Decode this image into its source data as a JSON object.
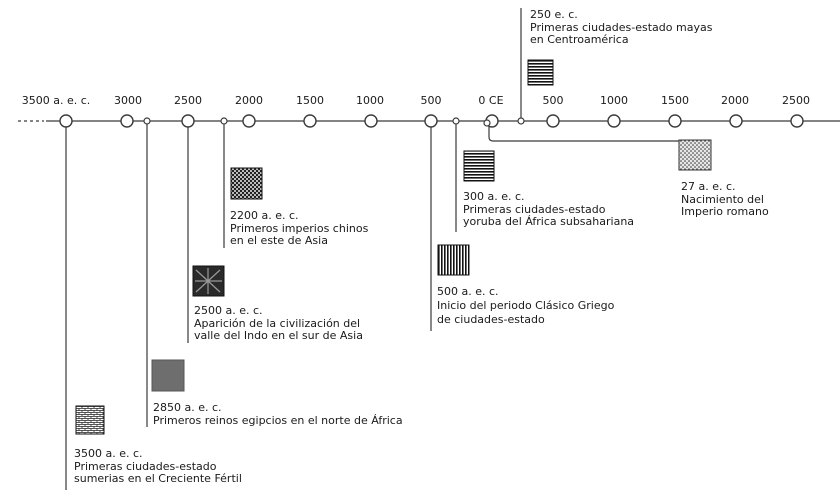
{
  "ticks": [
    "3500 a. e. c.",
    "3000",
    "2500",
    "2000",
    "1500",
    "1000",
    "500",
    "0 CE",
    "500",
    "1000",
    "1500",
    "2000",
    "2500"
  ],
  "colors": {
    "line": "#3a3a3a",
    "text": "#1a1a1a"
  },
  "events": [
    {
      "year": "250 e. c.",
      "line1": "Primeras ciudades-estado mayas",
      "line2": "en Centroamérica",
      "icon": "horizontal-stripes-icon"
    },
    {
      "year": "300 a. e. c.",
      "line1": "Primeras ciudades-estado",
      "line2": "yoruba del África subsahariana",
      "icon": "horizontal-stripes-icon"
    },
    {
      "year": "27 a. e. c.",
      "line1": "Nacimiento del",
      "line2": "Imperio romano",
      "icon": "dotted-pattern-icon"
    },
    {
      "year": "2200 a. e. c.",
      "line1": "Primeros imperios chinos",
      "line2": "en el este de Asia",
      "icon": "checkered-pattern-icon"
    },
    {
      "year": "500 a. e. c.",
      "line1": "Inicio del periodo Clásico Griego",
      "line2": "de ciudades-estado",
      "icon": "vertical-stripes-icon"
    },
    {
      "year": "2500 a. e. c.",
      "line1": "Aparición de la civilización del",
      "line2": "valle del Indo en el sur de Asia",
      "icon": "crosshatch-pattern-icon"
    },
    {
      "year": "2850 a. e. c.",
      "line1": "Primeros reinos egipcios en el norte de África",
      "icon": "solid-gray-icon"
    },
    {
      "year": "3500 a. e. c.",
      "line1": "Primeras ciudades-estado",
      "line2": "sumerias en el Creciente Fértil",
      "icon": "brick-pattern-icon"
    }
  ]
}
